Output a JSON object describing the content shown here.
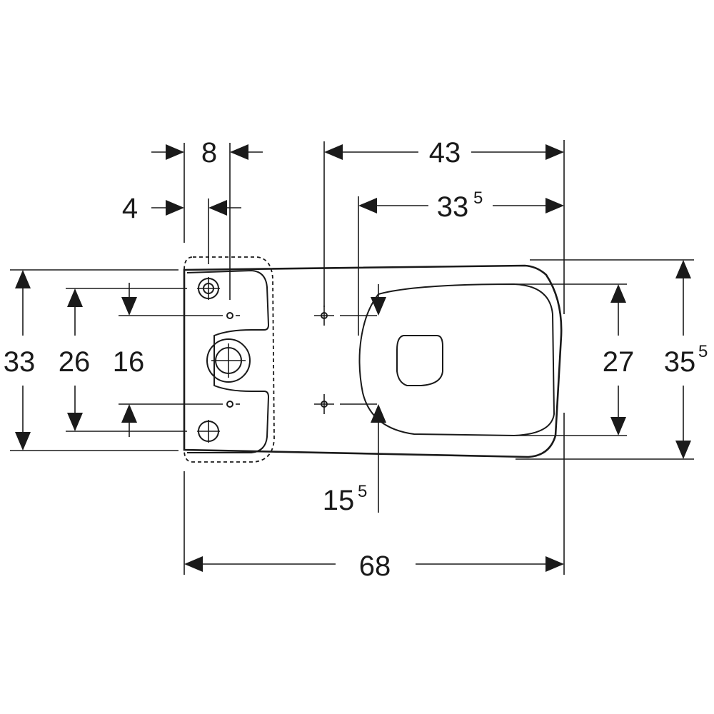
{
  "dimensions": {
    "tank_hole_spacing": "8",
    "tank_hole_offset": "4",
    "total_depth_top": "43",
    "bowl_depth_main": "33",
    "bowl_depth_sup": "5",
    "width_total": "33",
    "width_hole_outer": "26",
    "width_hole_inner": "16",
    "seat_width": "27",
    "max_width_main": "35",
    "max_width_sup": "5",
    "seat_fix_main": "15",
    "seat_fix_sup": "5",
    "total_length": "68"
  }
}
